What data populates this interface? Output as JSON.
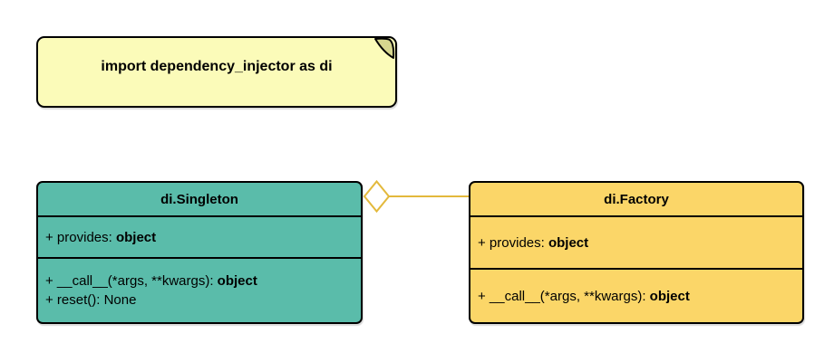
{
  "diagram": {
    "background": "#ffffff",
    "note": {
      "text": "import dependency_injector as di",
      "fill": "#FBFBB9",
      "fold_fill": "#D6D68E",
      "border_color": "#000000"
    },
    "classes": {
      "singleton": {
        "title": "di.Singleton",
        "fill": "#5ABCAA",
        "attribute_label": "+ provides: ",
        "attribute_type": "object",
        "call_label": "+ __call__(*args, **kwargs): ",
        "call_type": "object",
        "reset_label": "+ reset(): None"
      },
      "factory": {
        "title": "di.Factory",
        "fill": "#FBD668",
        "attribute_label": "+ provides: ",
        "attribute_type": "object",
        "call_label": "+ __call__(*args, **kwargs): ",
        "call_type": "object"
      }
    },
    "connector": {
      "kind": "aggregation (open diamond at di.Singleton, line to di.Factory)",
      "color": "#E3B93C",
      "diamond_fill": "#FFFFFF"
    }
  }
}
